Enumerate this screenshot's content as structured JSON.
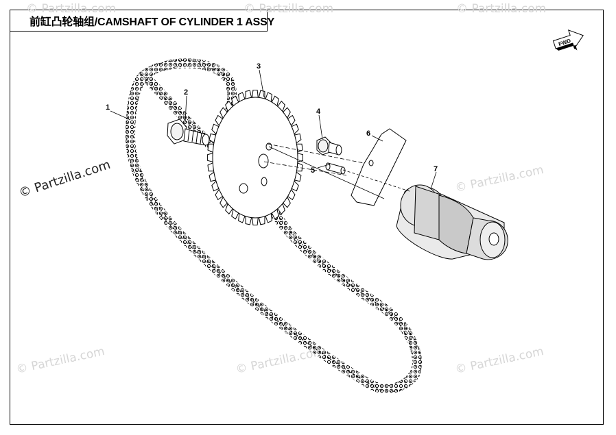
{
  "title": "前缸凸轮轴组/CAMSHAFT OF CYLINDER 1 ASSY",
  "watermark": {
    "main": "© Partzilla.com",
    "faint": "© Partzilla.com"
  },
  "direction_badge": "FWD",
  "callouts": [
    {
      "num": "1",
      "part": "timing-chain"
    },
    {
      "num": "2",
      "part": "bolt"
    },
    {
      "num": "3",
      "part": "cam-sprocket"
    },
    {
      "num": "4",
      "part": "bolt"
    },
    {
      "num": "5",
      "part": "dowel-pin"
    },
    {
      "num": "6",
      "part": "plate"
    },
    {
      "num": "7",
      "part": "camshaft"
    }
  ],
  "colors": {
    "line": "#000000",
    "watermark": "#d6d6d6",
    "background": "#ffffff"
  }
}
